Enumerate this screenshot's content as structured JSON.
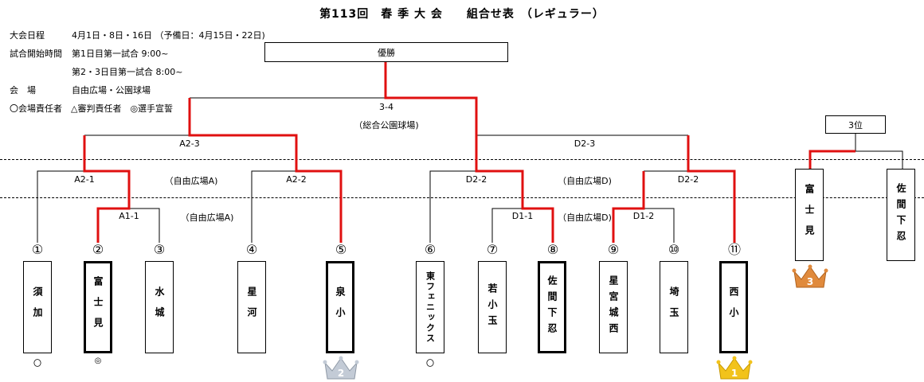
{
  "title": "第113回　春 季 大 会　　組合せ表　（レギュラー）",
  "info": {
    "dates_label": "大会日程",
    "dates_value": "4月1日・8日・16日 （予備日：4月15日・22日)",
    "start_label": "試合開始時間",
    "start_value1": "第1日目第一試合 9:00~",
    "start_value2": "第2・3日目第一試合 8:00~",
    "venue_label": "会　場",
    "venue_value": "自由広場・公園球場",
    "legend": "〇会場責任者　△審判責任者　◎選手宣誓"
  },
  "final_label": "優勝",
  "third_place_label": "3位",
  "match_labels": {
    "m34": "3-4",
    "m34_venue": "（総合公園球場)",
    "a23": "A2-3",
    "d23": "D2-3",
    "a21": "A2-1",
    "a22": "A2-2",
    "d22a": "D2-2",
    "d22b": "D2-2",
    "a11": "A1-1",
    "d11": "D1-1",
    "d12": "D1-2",
    "venue_a1": "（自由広場A)",
    "venue_a2": "（自由広場A)",
    "venue_d1": "（自由広場D)",
    "venue_d2": "（自由広場D)"
  },
  "teams": [
    {
      "num": "①",
      "name": "須加",
      "mark": "〇"
    },
    {
      "num": "②",
      "name": "富士見",
      "mark": "◎"
    },
    {
      "num": "③",
      "name": "水城",
      "mark": ""
    },
    {
      "num": "④",
      "name": "星河",
      "mark": ""
    },
    {
      "num": "⑤",
      "name": "泉小",
      "mark": ""
    },
    {
      "num": "⑥",
      "name": "東フェニックス",
      "mark": "〇"
    },
    {
      "num": "⑦",
      "name": "若小玉",
      "mark": ""
    },
    {
      "num": "⑧",
      "name": "佐間下忍",
      "mark": ""
    },
    {
      "num": "⑨",
      "name": "星宮城西",
      "mark": ""
    },
    {
      "num": "⑩",
      "name": "埼玉",
      "mark": ""
    },
    {
      "num": "⑪",
      "name": "西小",
      "mark": ""
    }
  ],
  "third_teams": [
    {
      "name": "富士見"
    },
    {
      "name": "佐間下忍"
    }
  ],
  "crowns": {
    "first": "1",
    "second": "2",
    "third": "3"
  },
  "colors": {
    "win_line": "#e01010",
    "gold": "#f2c31b",
    "silver": "#c3cbd6",
    "bronze": "#e08a3c"
  }
}
